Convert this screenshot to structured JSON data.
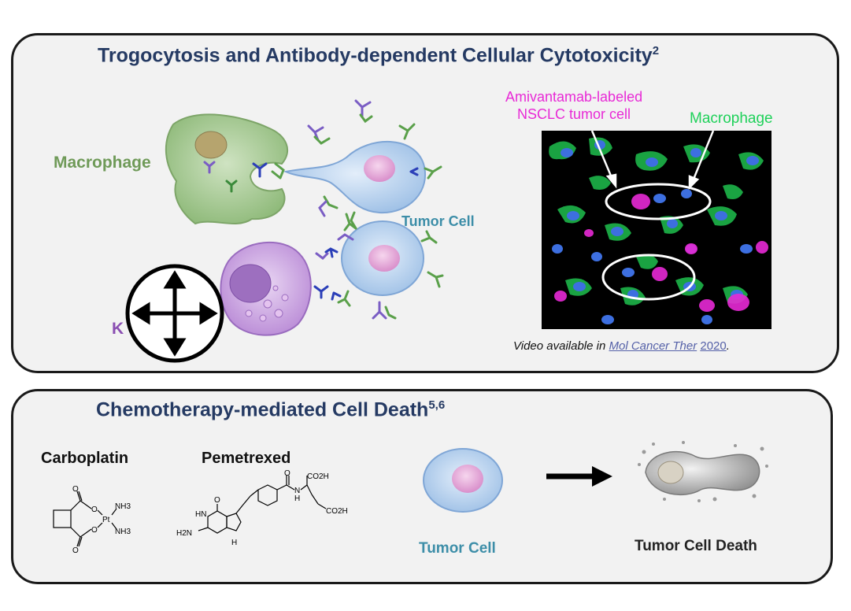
{
  "top_panel": {
    "title": "Trogocytosis and Antibody-dependent Cellular Cytotoxicity",
    "title_ref": "2",
    "macrophage_label": "Macrophage",
    "tumor_cell_label": "Tumor Cell",
    "nk_label_fragment": "K",
    "micro_label_tumor_line1": "Amivantamab-labeled",
    "micro_label_tumor_line2": "NSCLC tumor cell",
    "micro_label_macrophage": "Macrophage",
    "caption_prefix": "Video available in ",
    "caption_link": "Mol Cancer Ther",
    "caption_year": "2020",
    "caption_suffix": "."
  },
  "bottom_panel": {
    "title": "Chemotherapy-mediated Cell Death",
    "title_ref": "5,6",
    "drug1": "Carboplatin",
    "drug2": "Pemetrexed",
    "tumor_cell_label": "Tumor Cell",
    "tumor_death_label": "Tumor Cell Death",
    "carboplatin_atoms": {
      "metal": "Pt",
      "ligand1": "NH3",
      "ligand2": "NH3",
      "o": "O"
    },
    "pemetrexed_atoms": {
      "acid1": "CO2H",
      "acid2": "CO2H",
      "nh": "N",
      "h": "H",
      "o": "O",
      "amine": "H2N",
      "hn": "HN"
    }
  },
  "colors": {
    "title": "#253a63",
    "macrophage_green": "#6f9a58",
    "tumor_teal": "#3d8ea8",
    "nk_purple": "#8a4fb2",
    "micro_magenta": "#e82ad6",
    "micro_green": "#1fd15a"
  },
  "icons": [
    "move-arrows-icon",
    "right-arrow-icon"
  ]
}
